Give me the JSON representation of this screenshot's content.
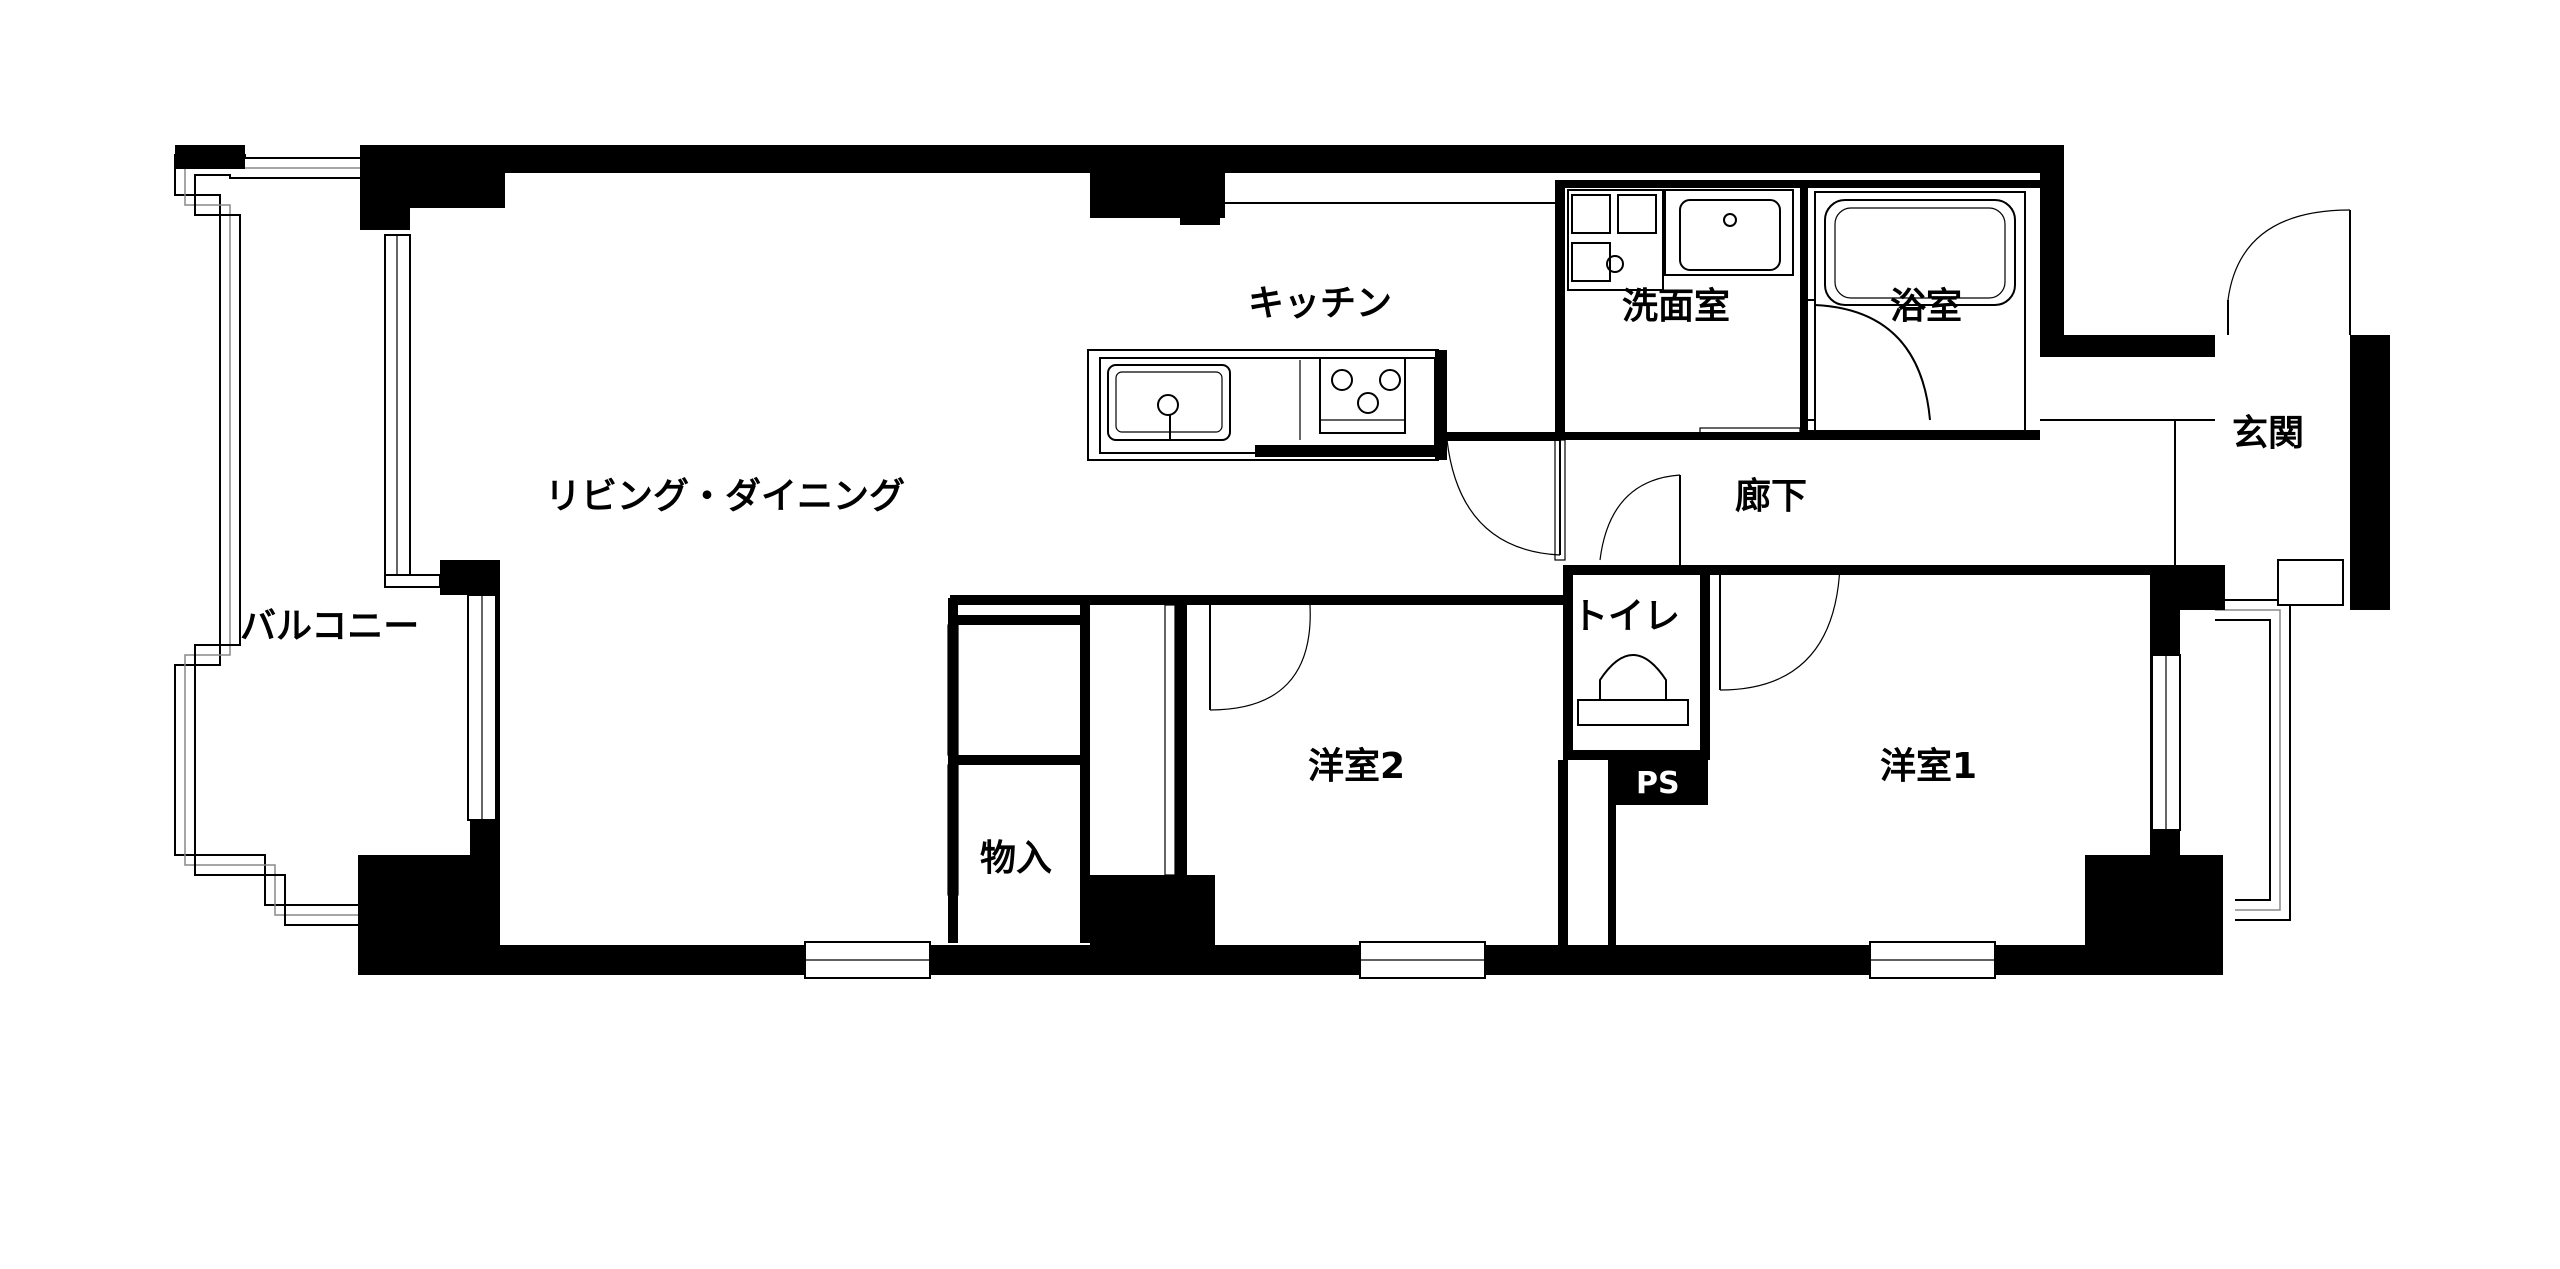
{
  "rooms": {
    "living_dining": "リビング・ダイニング",
    "kitchen": "キッチン",
    "washroom": "洗面室",
    "bathroom": "浴室",
    "entrance": "玄関",
    "hallway": "廊下",
    "toilet": "トイレ",
    "western_room_1": "洋室1",
    "western_room_2": "洋室2",
    "storage": "物入",
    "balcony": "バルコニー",
    "pipe_space": "PS"
  }
}
